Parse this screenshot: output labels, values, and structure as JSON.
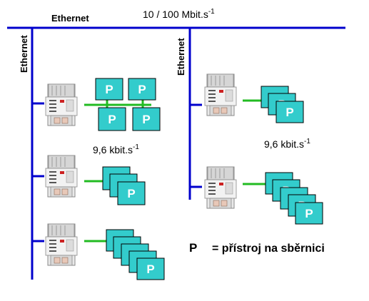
{
  "labels": {
    "ethernet_top": "Ethernet",
    "ethernet_left": "Ethernet",
    "ethernet_right": "Ethernet",
    "speed_main": "10 / 100 Mbit.s",
    "speed_main_sup": "-1",
    "speed_left": "9,6 kbit.s",
    "speed_left_sup": "-1",
    "speed_right": "9,6 kbit.s",
    "speed_right_sup": "-1",
    "legend_p": "P",
    "legend_text": "= přístroj na sběrnici",
    "device_letter": "P"
  },
  "colors": {
    "bus_line": "#0000cc",
    "link_line": "#22bb22",
    "device_fill": "#33cccc",
    "device_border": "#000000",
    "device_text": "#ffffff"
  },
  "icons": {
    "gateway": "din-rail-gateway-icon"
  }
}
